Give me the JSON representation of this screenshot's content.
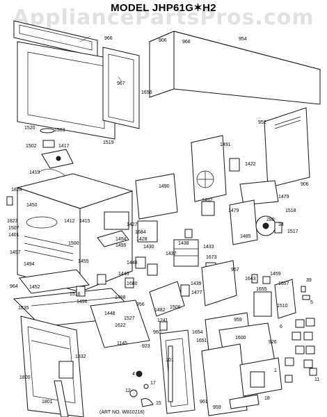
{
  "title": "MODEL JHP61G✶H2",
  "watermark": "AppliancePartsPros.com",
  "art_no": "(ART NO. W810216)",
  "part_labels": {
    "p966a": "966",
    "p967": "967",
    "p1656": "1656",
    "p906a": "906",
    "p966b": "966",
    "p954": "954",
    "p952": "952",
    "p906b": "906",
    "p1520": "1520",
    "p1503": "1503",
    "p1502": "1502",
    "p1417": "1417",
    "p1519": "1519",
    "p1419": "1419",
    "p1491": "1491",
    "p1422": "1422",
    "p1824": "1824",
    "p1490": "1490",
    "p1492": "1492",
    "p1479a": "1479",
    "p1479b": "1479",
    "p1518": "1518",
    "p1823": "1823",
    "p1450": "1450",
    "p1412": "1412",
    "p1415": "1415",
    "p1507": "1507",
    "p1401": "1401",
    "p1500": "1500",
    "p1427": "1427",
    "p1684": "1684",
    "p1428": "1428",
    "p1454": "1454",
    "p1495": "1495",
    "p280": "280",
    "p34": "34",
    "p1485": "1485",
    "p1517": "1517",
    "p1438": "1438",
    "p1433": "1433",
    "p1430": "1430",
    "p1448": "1448",
    "p1437": "1437",
    "p1673": "1673",
    "p957": "957",
    "p1497": "1497",
    "p1455": "1455",
    "p1494": "1494",
    "p1445": "1445",
    "p1680": "1680",
    "p1439": "1439",
    "p1477": "1477",
    "p1643": "1643",
    "p1459": "1459",
    "p1657": "1657",
    "p39": "39",
    "p5": "5",
    "p964": "964",
    "p1452": "1452",
    "p1516": "1516",
    "p1496": "1496",
    "p1498": "1498",
    "p956": "956",
    "p1482": "1482",
    "p1506": "1506",
    "p1655": "1655",
    "p1835": "1835",
    "p1448b": "1448",
    "p1527": "1527",
    "p1241": "1241",
    "p959": "959",
    "p1510": "1510",
    "p6": "6",
    "p1622": "1622",
    "p960": "960",
    "p1654": "1654",
    "p1600": "1600",
    "p1651": "1651",
    "p926": "926",
    "p1145": "1145",
    "p923": "923",
    "p1832": "1832",
    "p4": "4",
    "p101": "101",
    "p17": "17",
    "p18": "18",
    "p1800": "1800",
    "p12": "12",
    "p15": "15",
    "p961": "961",
    "p959b": "959",
    "p1801": "1801",
    "p11": "11",
    "p1": "1"
  }
}
